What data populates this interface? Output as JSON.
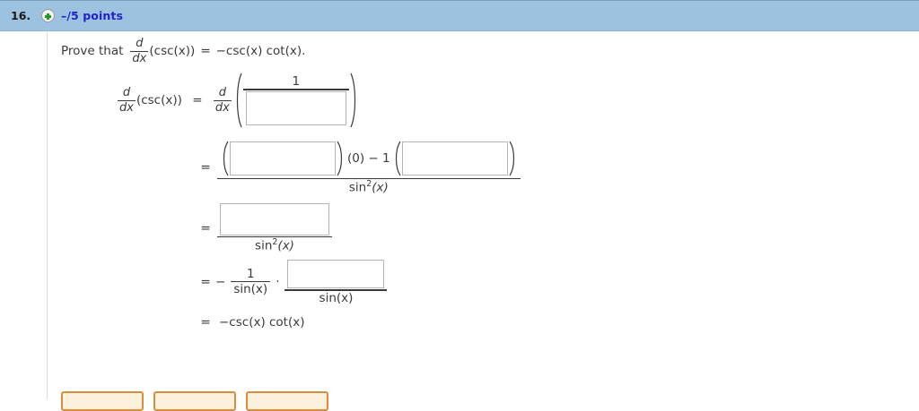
{
  "header": {
    "question_number": "16.",
    "plus_icon": "plus-circle-icon",
    "points": "–/5 points"
  },
  "prompt": {
    "lead": "Prove that",
    "d": "d",
    "dx": "dx",
    "func": "(csc(x))",
    "equals": "=",
    "rhs": "−csc(x) cot(x)."
  },
  "work": {
    "line1": {
      "lhs_d": "d",
      "lhs_dx": "dx",
      "lhs_func": "(csc(x))",
      "eq": "=",
      "rhs_d": "d",
      "rhs_dx": "dx",
      "open_paren": "(",
      "numerator": "1",
      "answer_box_value": "",
      "close_paren": ")"
    },
    "line2": {
      "eq": "=",
      "open_paren": "(",
      "box1_value": "",
      "close_paren": ")",
      "mid": "(0) − 1",
      "open_paren2": "(",
      "box2_value": "",
      "close_paren2": ")",
      "denominator": "sin",
      "denominator_sup": "2",
      "denominator_tail": "(x)"
    },
    "line3": {
      "eq": "=",
      "box_value": "",
      "denominator": "sin",
      "denominator_sup": "2",
      "denominator_tail": "(x)"
    },
    "line4": {
      "eq": "=",
      "minus": "−",
      "frac1_num": "1",
      "frac1_den": "sin(x)",
      "dot": "·",
      "box_value": "",
      "frac2_den": "sin(x)"
    },
    "line5": {
      "eq": "=",
      "result": "−csc(x) cot(x)"
    }
  },
  "footer": {
    "buttons": [
      "",
      "",
      ""
    ]
  },
  "colors": {
    "header_bg": "#9dc2e0",
    "points_text": "#2222cc",
    "plus_green": "#1e9a1e",
    "button_border": "#d98e3c",
    "box_border": "#b4b4b4",
    "text": "#3a3a3a"
  }
}
